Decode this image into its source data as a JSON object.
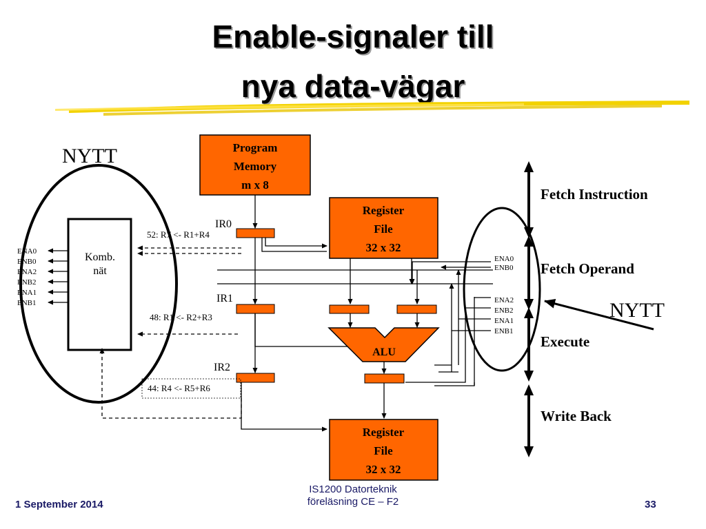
{
  "title": {
    "line1": "Enable-signaler till",
    "line2": "nya data-vägar"
  },
  "footer": {
    "date": "1 September 2014",
    "course_line1": "IS1200 Datorteknik",
    "course_line2": "föreläsning CE – F2",
    "page_number": "33"
  },
  "diagram": {
    "nytt_left": "NYTT",
    "nytt_right": "NYTT",
    "program_memory": [
      "Program",
      "Memory",
      "m x 8"
    ],
    "register_file_top": [
      "Register",
      "File",
      "32 x 32"
    ],
    "register_file_bottom": [
      "Register",
      "File",
      "32 x 32"
    ],
    "alu": "ALU",
    "komb": [
      "Komb.",
      "nät"
    ],
    "ir0": "IR0",
    "ir1": "IR1",
    "ir2": "IR2",
    "instr0": "52:  R7 <- R1+R4",
    "instr1": "48:  R1 <- R2+R3",
    "instr2": "44:  R4 <- R5+R6",
    "komb_signals": [
      "ENA0",
      "ENB0",
      "ENA2",
      "ENB2",
      "ENA1",
      "ENB1"
    ],
    "right_signals_top": [
      "ENA0",
      "ENB0"
    ],
    "right_signals_bottom": [
      "ENA2",
      "ENB2",
      "ENA1",
      "ENB1"
    ],
    "stages": [
      "Fetch Instruction",
      "Fetch Operand",
      "Execute",
      "Write Back"
    ]
  },
  "colors": {
    "block_fill": "#ff6600",
    "line": "#000000",
    "title_swoosh": "#f2d200",
    "footer_text": "#1a1a66"
  }
}
